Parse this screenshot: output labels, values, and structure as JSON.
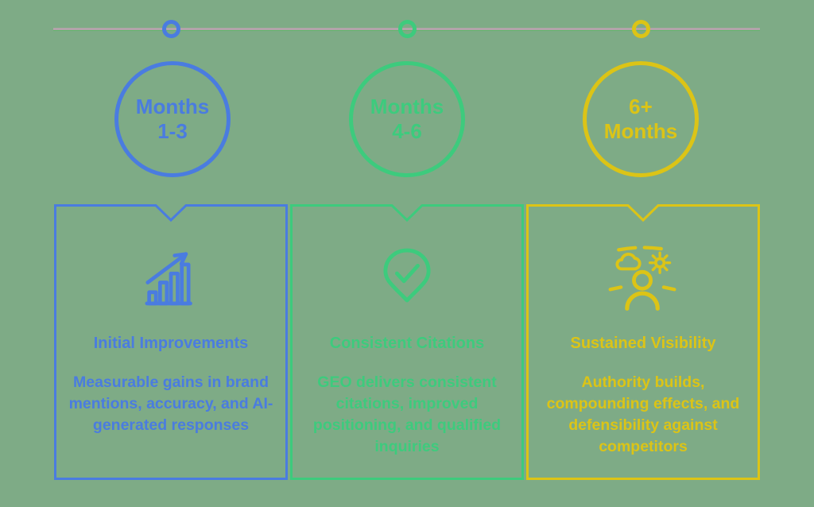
{
  "background_color": "#7eab86",
  "timeline": {
    "line_color": "#b2a4aa",
    "accent_line_color": "#57b763",
    "markers": [
      {
        "name": "marker-months-1-3",
        "color": "#4a7ce0"
      },
      {
        "name": "marker-months-4-6",
        "color": "#3dcb7d"
      },
      {
        "name": "marker-6-plus-months",
        "color": "#dcc416"
      }
    ]
  },
  "phases": [
    {
      "id": "months-1-3",
      "color": "#4a7ce0",
      "circle_label_line1": "Months",
      "circle_label_line2": "1-3",
      "icon": "growth-chart-icon",
      "title": "Initial Improvements",
      "description": "Measurable gains in brand mentions, accuracy, and AI-generated responses"
    },
    {
      "id": "months-4-6",
      "color": "#3dcb7d",
      "circle_label_line1": "Months",
      "circle_label_line2": "4-6",
      "icon": "check-badge-icon",
      "title": "Consistent Citations",
      "description": "GEO delivers consistent citations, improved positioning, and qualified inquiries"
    },
    {
      "id": "6-plus-months",
      "color": "#dcc416",
      "circle_label_line1": "6+",
      "circle_label_line2": "Months",
      "icon": "visibility-person-icon",
      "title": "Sustained Visibility",
      "description": "Authority builds, compounding effects, and defensibility against competitors"
    }
  ]
}
